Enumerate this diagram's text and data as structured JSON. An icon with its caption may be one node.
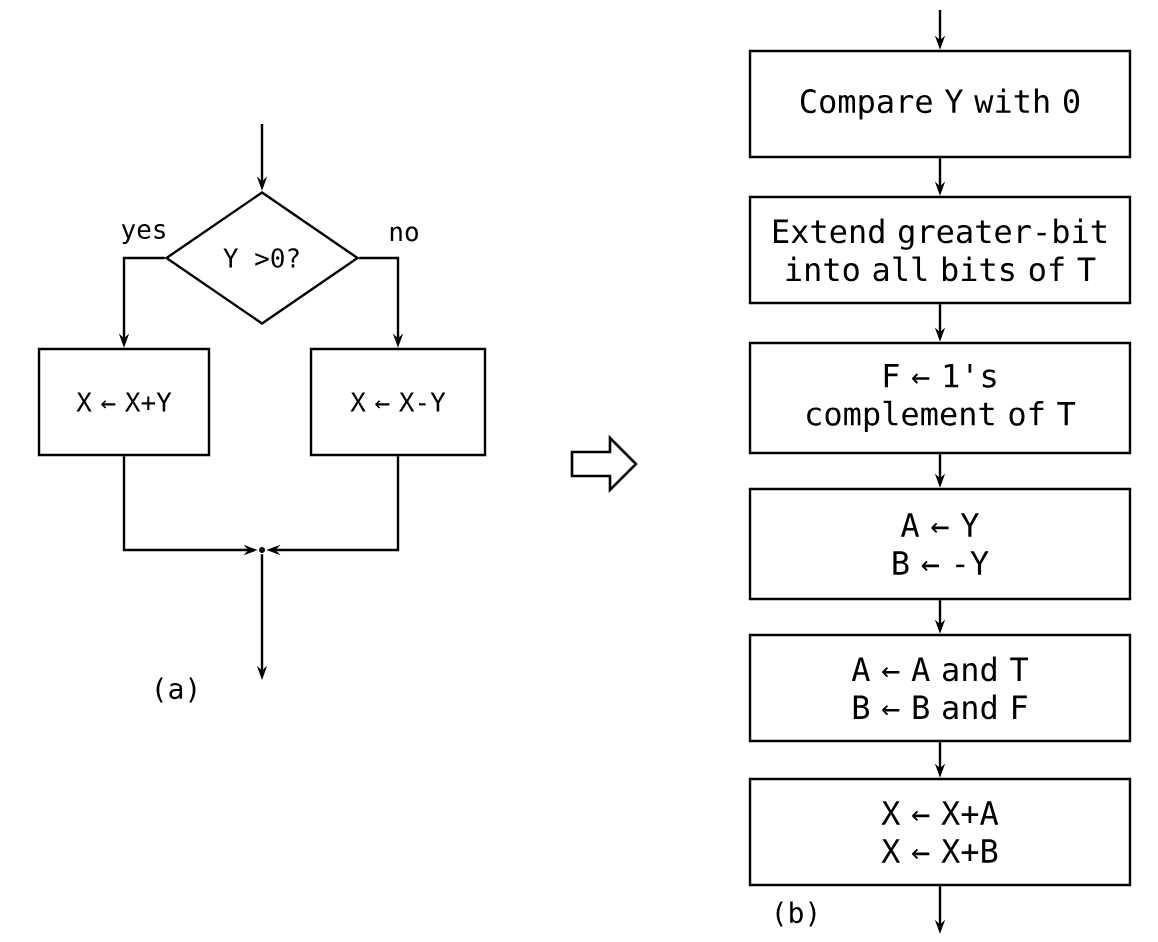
{
  "diagram": {
    "nodes": [
      {
        "text": [
          "Y >0?"
        ]
      },
      {
        "text": [
          "X ← X+Y"
        ]
      },
      {
        "text": [
          "X ← X-Y"
        ]
      },
      {
        "text": [],
        "shape": "point"
      },
      {
        "text": [
          "Compare Y with 0"
        ]
      },
      {
        "text": [
          "Extend greater-bit into all bits of T"
        ]
      },
      {
        "text": [
          "F ← 1's complement of T"
        ]
      },
      {
        "text": [
          "A ← Y",
          "B ← -Y"
        ]
      },
      {
        "text": [
          "A ← A and T",
          "B ← B and F"
        ]
      },
      {
        "text": [
          "X ← X+A",
          "X ← X+B"
        ]
      }
    ],
    "edges": [
      {
        "from": null,
        "to": 0,
        "arrow": "to"
      },
      {
        "from": 0,
        "to": 1,
        "arrow": "to",
        "label": "yes"
      },
      {
        "from": 0,
        "to": 2,
        "arrow": "to",
        "label": "no"
      },
      {
        "from": 1,
        "to": 3,
        "arrow": "to"
      },
      {
        "from": 2,
        "to": 3,
        "arrow": "to"
      },
      {
        "from": 3,
        "to": null,
        "arrow": "to"
      },
      {
        "from": null,
        "to": 4,
        "arrow": "to"
      },
      {
        "from": 4,
        "to": 5,
        "arrow": "to"
      },
      {
        "from": 5,
        "to": 6,
        "arrow": "to"
      },
      {
        "from": 6,
        "to": 7,
        "arrow": "to"
      },
      {
        "from": 7,
        "to": 8,
        "arrow": "to"
      },
      {
        "from": 8,
        "to": 9,
        "arrow": "to"
      },
      {
        "from": 9,
        "to": null,
        "arrow": "to"
      }
    ],
    "labels": [
      "(a)",
      "(b)"
    ]
  }
}
